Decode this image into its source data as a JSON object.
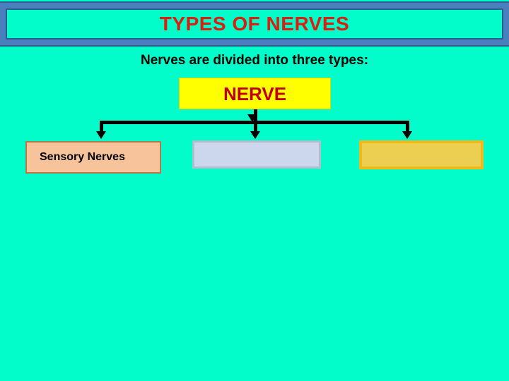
{
  "slide": {
    "background_color": "#02fcca",
    "title": {
      "text": "TYPES OF NERVES",
      "color": "#d81f10",
      "frame_color": "#4a7fbd",
      "frame_border_color": "#2f5c8f"
    },
    "subtitle": {
      "text": "Nerves are divided into three types:",
      "color": "#000000"
    }
  },
  "diagram": {
    "type": "tree",
    "root": {
      "label": "NERVE",
      "fill_color": "#ffff00",
      "text_color": "#c00000"
    },
    "connector_color": "#000000",
    "children": [
      {
        "label": "Sensory Nerves",
        "fill_color": "#f7c39a",
        "border_color": "#b07a4e",
        "text_color": "#000000"
      },
      {
        "label": "",
        "fill_color": "#ccd6ec",
        "border_color": "#b3bccf",
        "text_color": "#000000"
      },
      {
        "label": "",
        "fill_color": "#ecce50",
        "border_color": "#f0b818",
        "text_color": "#000000"
      }
    ]
  }
}
